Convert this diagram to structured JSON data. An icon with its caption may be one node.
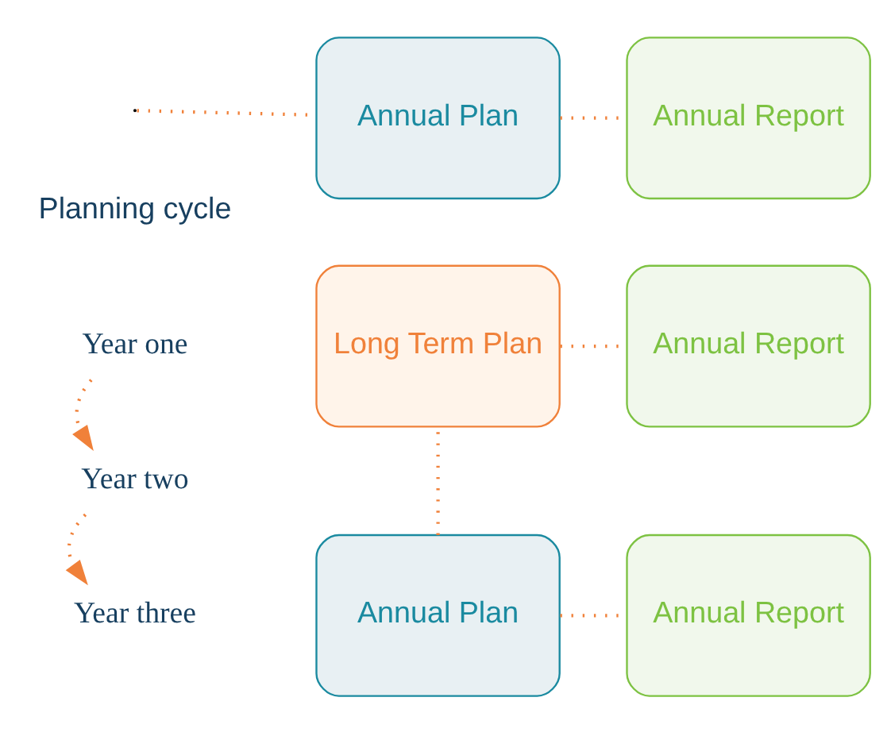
{
  "diagram": {
    "nodes": [
      {
        "text": [
          "Year one"
        ]
      },
      {
        "text": [
          "Long Term Plan"
        ]
      },
      {
        "text": [
          "Annual Report"
        ]
      },
      {
        "text": [
          "Year two"
        ]
      },
      {
        "text": [
          "Annual Plan"
        ]
      },
      {
        "text": [
          "Annual Report"
        ]
      },
      {
        "text": [
          "Year three"
        ]
      },
      {
        "text": [
          "Annual Plan"
        ]
      },
      {
        "text": [
          "Annual Report"
        ]
      }
    ],
    "edges": [
      {
        "from": 1,
        "to": 2,
        "arrow": "none",
        "style": "dashed"
      },
      {
        "from": 0,
        "to": 3,
        "arrow": "to",
        "style": "dashed"
      },
      {
        "from": null,
        "to": 4,
        "arrow": "none",
        "style": "dashed"
      },
      {
        "from": 4,
        "to": 5,
        "arrow": "none",
        "style": "dashed"
      },
      {
        "from": 3,
        "to": 6,
        "arrow": "to",
        "style": "dashed"
      },
      {
        "from": 7,
        "to": 8,
        "arrow": "none",
        "style": "dashed"
      },
      {
        "from": 7,
        "to": 1,
        "arrow": "none",
        "style": "dashed"
      }
    ],
    "labels": [
      "Planning cycle"
    ]
  }
}
